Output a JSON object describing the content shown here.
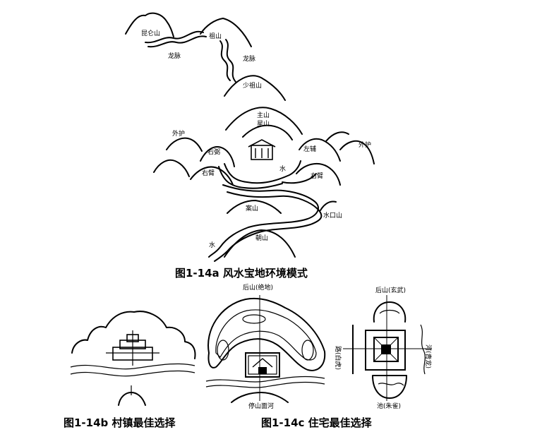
{
  "fig_a": {
    "caption": "图1-14a  风水宝地环境模式",
    "labels": {
      "kunlun": "昆仑山",
      "zushan": "祖山",
      "longmai1": "龙脉",
      "longmai2": "龙脉",
      "shaozushan": "少祖山",
      "zhushan": "主山",
      "jingshan": "星山",
      "waihu_left": "外护",
      "waihu_right": "外护",
      "youbi": "右弼",
      "zuofu": "左辅",
      "youbi2": "右臂",
      "zuobi": "右臂",
      "shui": "水",
      "anshan": "案山",
      "shuikoushan": "水口山",
      "chaoshan": "朝山",
      "shui2": "水"
    }
  },
  "fig_b": {
    "caption": "图1-14b  村镇最佳选择"
  },
  "fig_c": {
    "caption": "图1-14c  住宅最佳选择",
    "labels": {
      "top": "后山(绝地)",
      "bottom": "停山面河"
    }
  },
  "fig_d": {
    "labels": {
      "top": "后山(玄武)",
      "left": "路(白虎)",
      "right": "河(青龙)",
      "bottom": "池(朱雀)"
    }
  }
}
